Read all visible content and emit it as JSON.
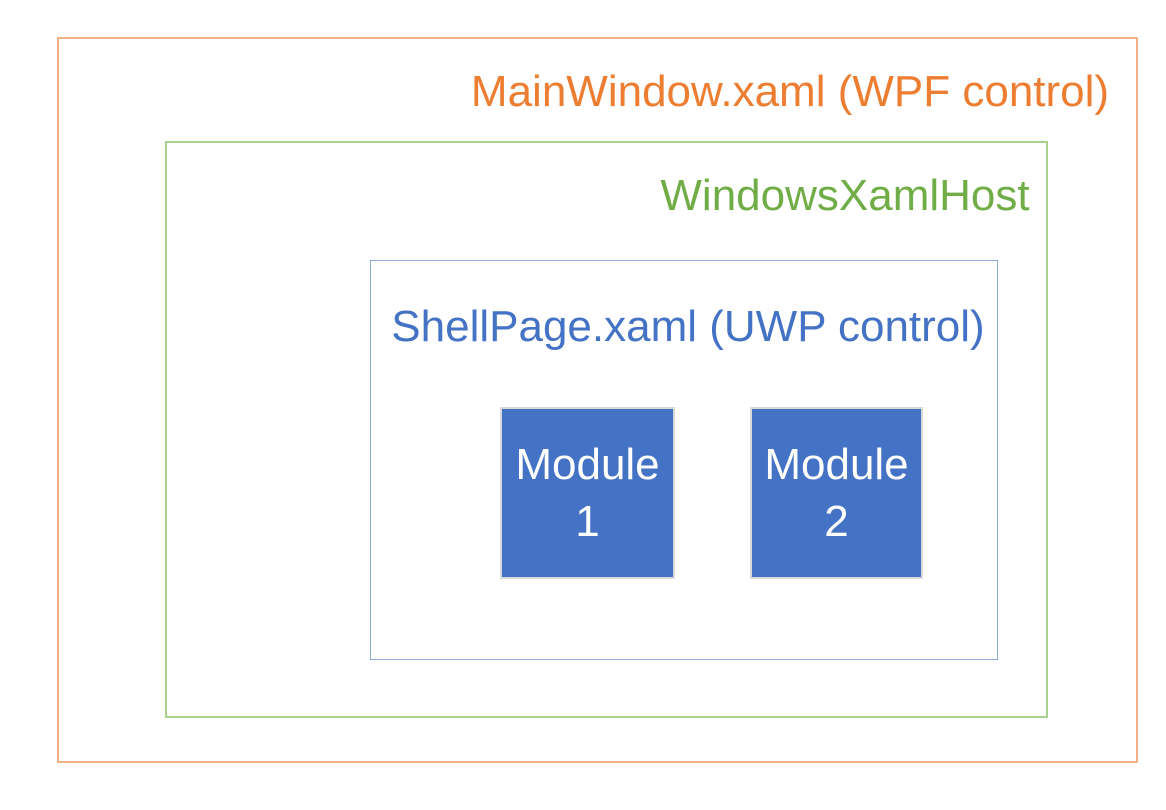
{
  "colors": {
    "background": "#FFFFFF",
    "orange_text": "#ED7D31",
    "orange_border": "#F4B183",
    "green_text": "#70AD47",
    "green_border": "#A9D18E",
    "blue_text": "#4472C4",
    "blue_border": "#8EAADB",
    "module_fill": "#4472C4",
    "module_border": "#D9D9D9",
    "module_text": "#FFFFFF"
  },
  "diagram": {
    "outer_box": {
      "label": "MainWindow.xaml (WPF control)"
    },
    "host_box": {
      "label": "WindowsXamlHost"
    },
    "inner_box": {
      "label": "ShellPage.xaml (UWP control)"
    },
    "modules": [
      {
        "name": "Module",
        "number": "1"
      },
      {
        "name": "Module",
        "number": "2"
      }
    ]
  }
}
